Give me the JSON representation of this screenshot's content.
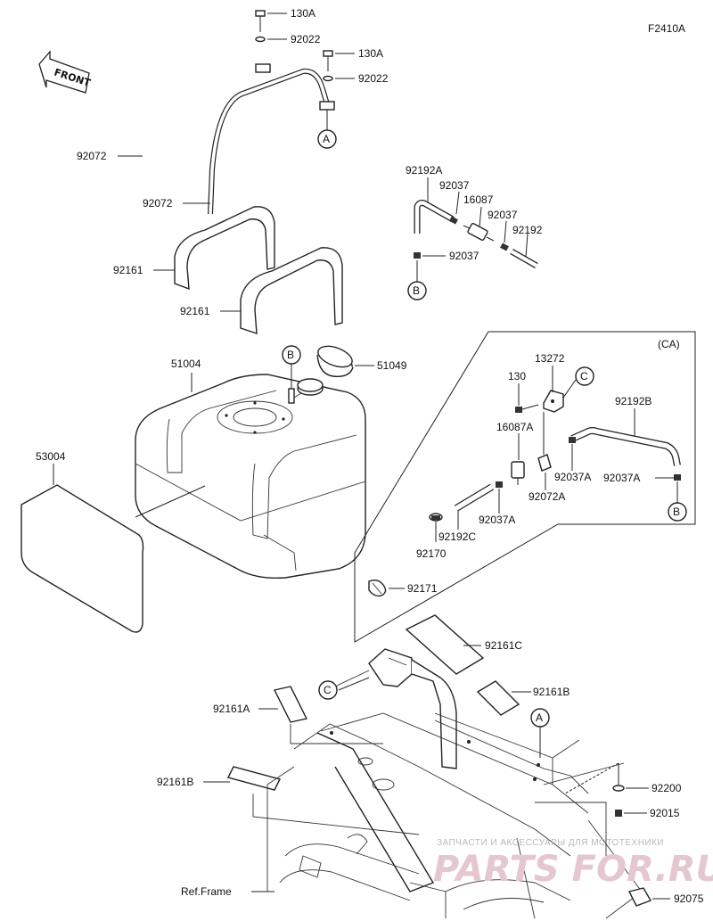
{
  "figure_code": "F2410A",
  "front_label": "FRONT",
  "ca_label": "(CA)",
  "ref_frame": "Ref.Frame",
  "refs": {
    "a": "A",
    "b": "B",
    "c": "C"
  },
  "parts": {
    "p130a_1": "130A",
    "p92022_1": "92022",
    "p130a_2": "130A",
    "p92022_2": "92022",
    "p92072_1": "92072",
    "p92072_2": "92072",
    "p92161_1": "92161",
    "p92161_2": "92161",
    "p92192a": "92192A",
    "p92037_1": "92037",
    "p16087": "16087",
    "p92037_2": "92037",
    "p92192": "92192",
    "p92037_3": "92037",
    "p51004": "51004",
    "p51049": "51049",
    "p53004": "53004",
    "p13272": "13272",
    "p130": "130",
    "p92192b": "92192B",
    "p16087a": "16087A",
    "p92037a_1": "92037A",
    "p92037a_2": "92037A",
    "p92072a": "92072A",
    "p92037a_3": "92037A",
    "p92192c": "92192C",
    "p92170": "92170",
    "p92171": "92171",
    "p92161c": "92161C",
    "p92161b_1": "92161B",
    "p92161a": "92161A",
    "p92161b_2": "92161B",
    "p92200": "92200",
    "p92015": "92015",
    "p92075": "92075"
  },
  "watermark": {
    "line1": "ЗАПЧАСТИ И АКСЕССУАРЫ ДЛЯ МОТОТЕХНИКИ",
    "line2": "PARTS FOR.RU"
  }
}
